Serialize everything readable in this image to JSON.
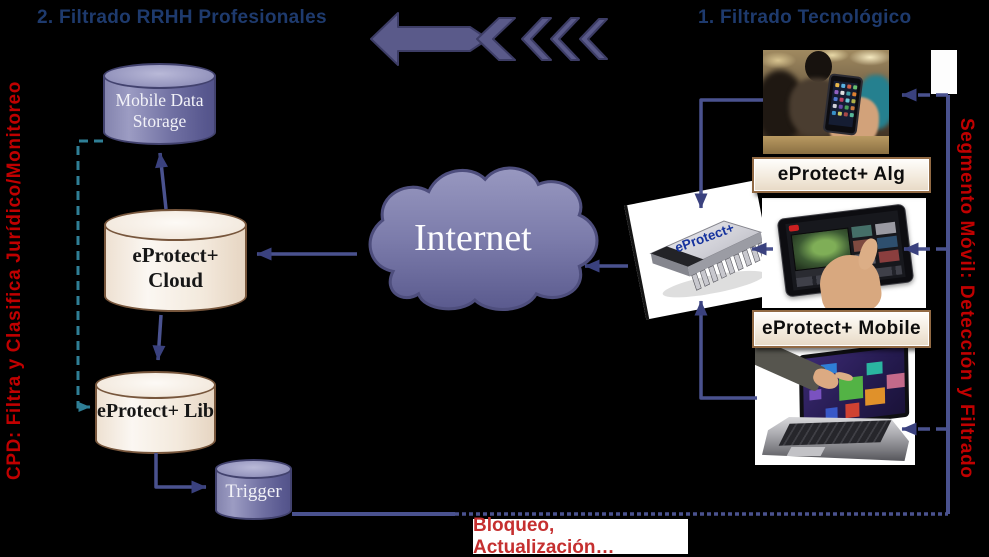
{
  "titles": {
    "rrhh": "2. Filtrado RRHH Profesionales",
    "tech": "1. Filtrado Tecnológico"
  },
  "side_labels": {
    "left": "CPD: Filtra y Clasifica Jurídico/Monitoreo",
    "right": "Segmento Móvil: Detección y Filtrado"
  },
  "nodes": {
    "storage": {
      "label": "Mobile Data Storage"
    },
    "cloud_db": {
      "label": "eProtect+ Cloud"
    },
    "lib_db": {
      "label": "eProtect+ Lib"
    },
    "trigger": {
      "label": "Trigger"
    },
    "internet": {
      "label": "Internet"
    },
    "chip": {
      "label": "eProtect+"
    },
    "alg": {
      "label": "eProtect+ Alg"
    },
    "mobile": {
      "label": "eProtect+ Mobile"
    }
  },
  "footer": {
    "label": "Bloqueo, Actualización…"
  },
  "icons": {
    "top_arrow": "left-chevron-arrow",
    "photo_top": "smartphone-store-photo",
    "photo_mid": "tablet-in-hand-photo",
    "photo_bottom": "laptop-touch-photo",
    "chip": "dip-microchip"
  },
  "colors": {
    "background": "#000000",
    "title_blue": "#1E3A6D",
    "red_accent": "#C00000",
    "footer_red": "#C53030",
    "connector_blue": "#4A528F",
    "arrowhead_blue": "#3A417E",
    "dashed_teal": "#2F7F96",
    "cylinder_slate": "#6A6A9D",
    "cylinder_cream": "#F6EEE4",
    "label_box_border": "#926A44",
    "chip_text_blue": "#16339E"
  }
}
